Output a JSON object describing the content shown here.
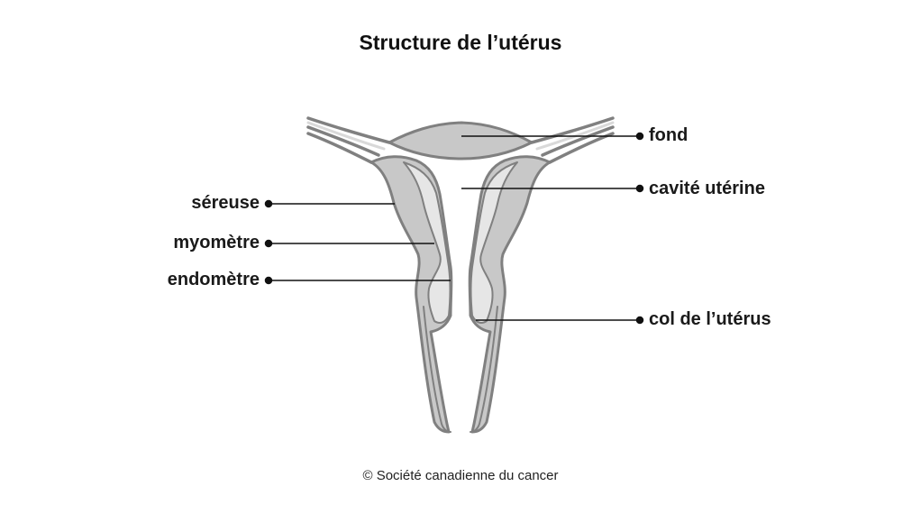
{
  "title": "Structure de l’utérus",
  "copyright": "© Société canadienne du cancer",
  "labels": {
    "fond": "fond",
    "cavite": "cavité utérine",
    "sereuse": "séreuse",
    "myometre": "myomètre",
    "endometre": "endomètre",
    "col": "col de l’utérus"
  },
  "colors": {
    "outline": "#808080",
    "tissue": "#c8c8c8",
    "lining": "#e6e6e6",
    "leader": "#111111"
  }
}
